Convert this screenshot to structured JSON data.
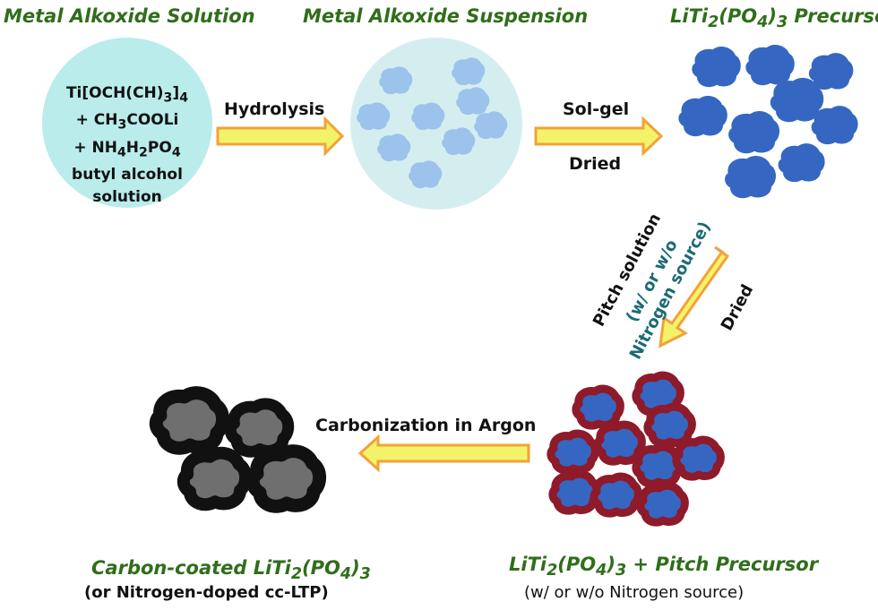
{
  "titles": {
    "solution": "Metal Alkoxide Solution",
    "suspension": "Metal Alkoxide Suspension",
    "precursor_prefix": "LiTi",
    "precursor_sub1": "2",
    "precursor_mid": "(PO",
    "precursor_sub2": "4",
    "precursor_end": ")",
    "precursor_sub3": "3",
    "precursor_suffix": " Precursor"
  },
  "solution_lines": {
    "line1_a": "Ti[OCH(CH)",
    "line1_sub1": "3",
    "line1_b": "]",
    "line1_sub2": "4",
    "line2_a": "+ CH",
    "line2_sub": "3",
    "line2_b": "COOLi",
    "line3_a": "+ NH",
    "line3_sub1": "4",
    "line3_b": "H",
    "line3_sub2": "2",
    "line3_c": "PO",
    "line3_sub3": "4",
    "line4": "butyl alcohol",
    "line5": "solution"
  },
  "arrows": {
    "hydrolysis": "Hydrolysis",
    "solgel": "Sol-gel",
    "dried1": "Dried",
    "pitch_solution": "Pitch solution",
    "nitrogen_1": "(w/ or w/o",
    "nitrogen_2": "Nitrogen source)",
    "dried2": "Dried",
    "carbonization": "Carbonization in Argon"
  },
  "bottom": {
    "pitch_a": "LiTi",
    "pitch_sub1": "2",
    "pitch_b": "(PO",
    "pitch_sub2": "4",
    "pitch_c": ")",
    "pitch_sub3": "3",
    "pitch_d": " + Pitch Precursor",
    "pitch_note": "(w/ or w/o Nitrogen source)",
    "coated_a": "Carbon-coated LiTi",
    "coated_sub1": "2",
    "coated_b": "(PO",
    "coated_sub2": "4",
    "coated_c": ")",
    "coated_sub3": "3",
    "coated_note": "(or Nitrogen-doped cc-LTP)"
  },
  "colors": {
    "title_green": "#2f6e1a",
    "solution_circle": "#b9eceb",
    "suspension_circle": "#d4eef0",
    "light_particle": "#9cc3ec",
    "dark_particle": "#3567c2",
    "pitch_outline": "#8e1a2a",
    "carbon_particle": "#6f6f6f",
    "arrow_fill": "#f3f36a",
    "arrow_outline": "#f2a23a"
  }
}
